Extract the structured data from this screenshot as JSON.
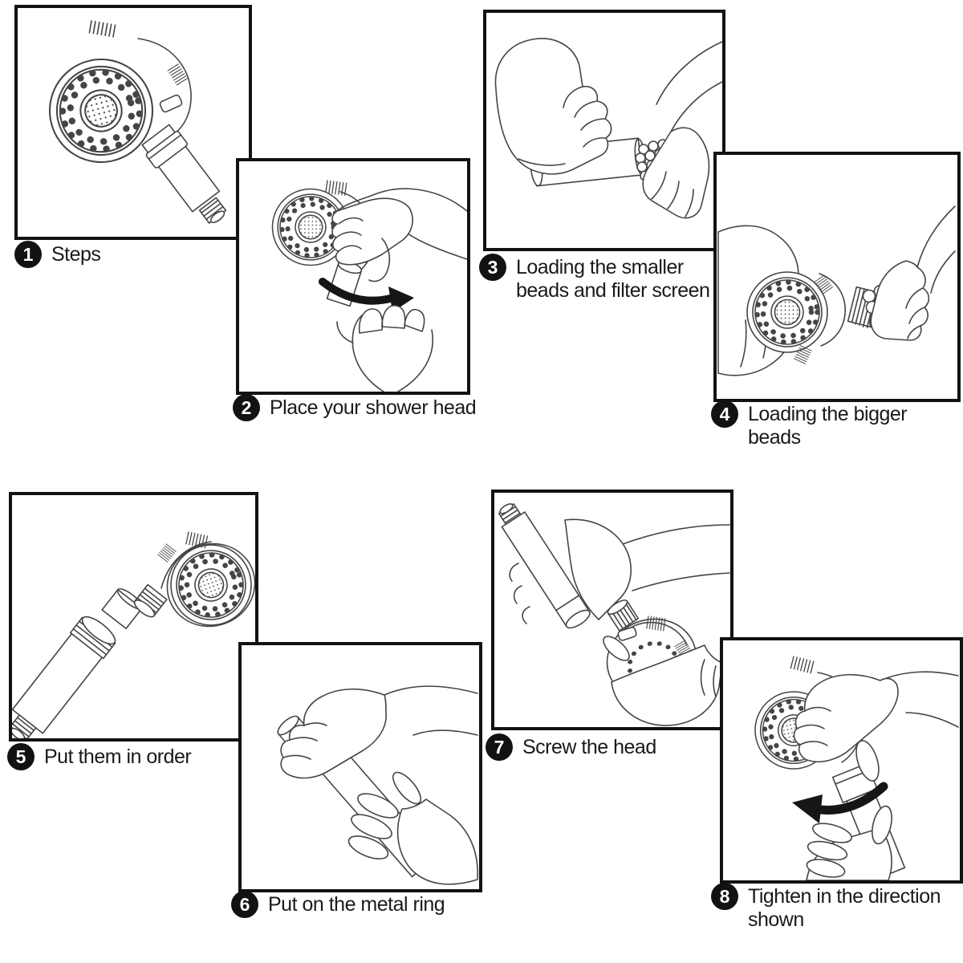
{
  "steps": [
    {
      "number": "1",
      "label": "Steps",
      "illustration": "shower-head-assembled-angled"
    },
    {
      "number": "2",
      "label": "Place your shower head",
      "illustration": "hands-holding-shower-head-with-rotation-arrow"
    },
    {
      "number": "3",
      "label": "Loading the smaller beads and filter screen",
      "illustration": "hands-filling-tube-with-small-beads"
    },
    {
      "number": "4",
      "label": "Loading the bigger beads",
      "illustration": "hands-pouring-big-beads-into-shower-head"
    },
    {
      "number": "5",
      "label": "Put them in order",
      "illustration": "exploded-view-of-parts-in-order"
    },
    {
      "number": "6",
      "label": "Put on the metal ring",
      "illustration": "hands-sliding-metal-ring-onto-tube"
    },
    {
      "number": "7",
      "label": "Screw the head",
      "illustration": "tube-and-head-about-to-screw-together"
    },
    {
      "number": "8",
      "label": "Tighten in the direction shown",
      "illustration": "hand-tightening-head-with-rotation-arrow"
    }
  ],
  "colors": {
    "background": "#ffffff",
    "panel_border": "#121212",
    "line_art": "#454545",
    "badge_background": "#121212",
    "badge_text": "#ffffff",
    "caption_text": "#1a1a1a",
    "arrow": "#161616"
  }
}
